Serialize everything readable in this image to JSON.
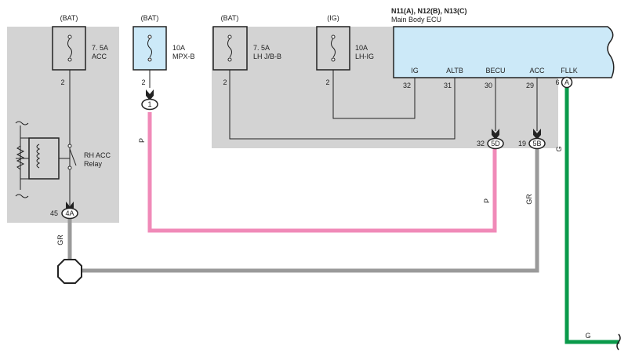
{
  "colors": {
    "zone_gray": "#d3d3d3",
    "ecu_fill": "#cce9f8",
    "wire_black": "#222222",
    "wire_pink": "#f08ab8",
    "wire_gray": "#9a9a9a",
    "wire_green": "#0a9a4a"
  },
  "sources": {
    "acc_zone": "(BAT)",
    "mpxb": "(BAT)",
    "lhjb": "(BAT)",
    "lhig": "(IG)"
  },
  "fuses": {
    "acc": {
      "rating": "7. 5A",
      "name": "ACC",
      "pin": "2"
    },
    "mpxb": {
      "rating": "10A",
      "name": "MPX-B",
      "pin": "2"
    },
    "lhjb": {
      "rating": "7. 5A",
      "name": "LH J/B-B",
      "pin": "2"
    },
    "lhig": {
      "rating": "10A",
      "name": "LH-IG",
      "pin": "2"
    }
  },
  "relay": {
    "name_line1": "RH ACC",
    "name_line2": "Relay"
  },
  "ecu": {
    "connectors": "N11(A), N12(B), N13(C)",
    "name": "Main Body ECU",
    "terminals": [
      {
        "label": "IG",
        "pin": "32"
      },
      {
        "label": "ALTB",
        "pin": "31"
      },
      {
        "label": "BECU",
        "pin": "30"
      },
      {
        "label": "ACC",
        "pin": "29"
      },
      {
        "label": "FLLK",
        "pin": "6",
        "connector": "A"
      }
    ]
  },
  "connectors": {
    "c1": {
      "id": "1"
    },
    "c4a": {
      "id": "4A",
      "pin": "45"
    },
    "c5d": {
      "id": "5D",
      "pin": "32"
    },
    "c5b": {
      "id": "5B",
      "pin": "19"
    }
  },
  "wires": {
    "pink": "P",
    "pink2": "P",
    "gray": "GR",
    "gray2": "GR",
    "green": "G",
    "green2": "G"
  }
}
